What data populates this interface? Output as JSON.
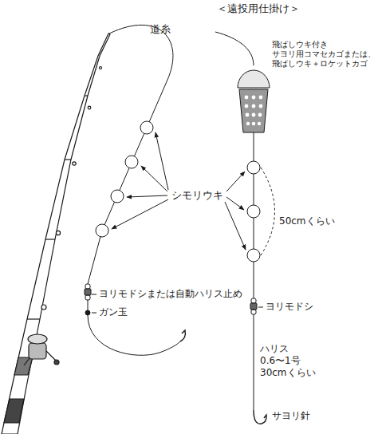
{
  "diagram": {
    "title": "＜遠投用仕掛け＞",
    "labels": [
      "道糸",
      "飛ばしウキ付き サヨリ用コマセカゴまたは、 飛ばしウキ＋ロケットカゴ",
      "シモリウキ",
      "50cmくらい",
      "ヨリモドシまたは自動ハリス止め",
      "ガン玉",
      "ヨリモドシ",
      "ハリス 0.6〜1号 30cmくらい",
      "サヨリ針"
    ]
  }
}
